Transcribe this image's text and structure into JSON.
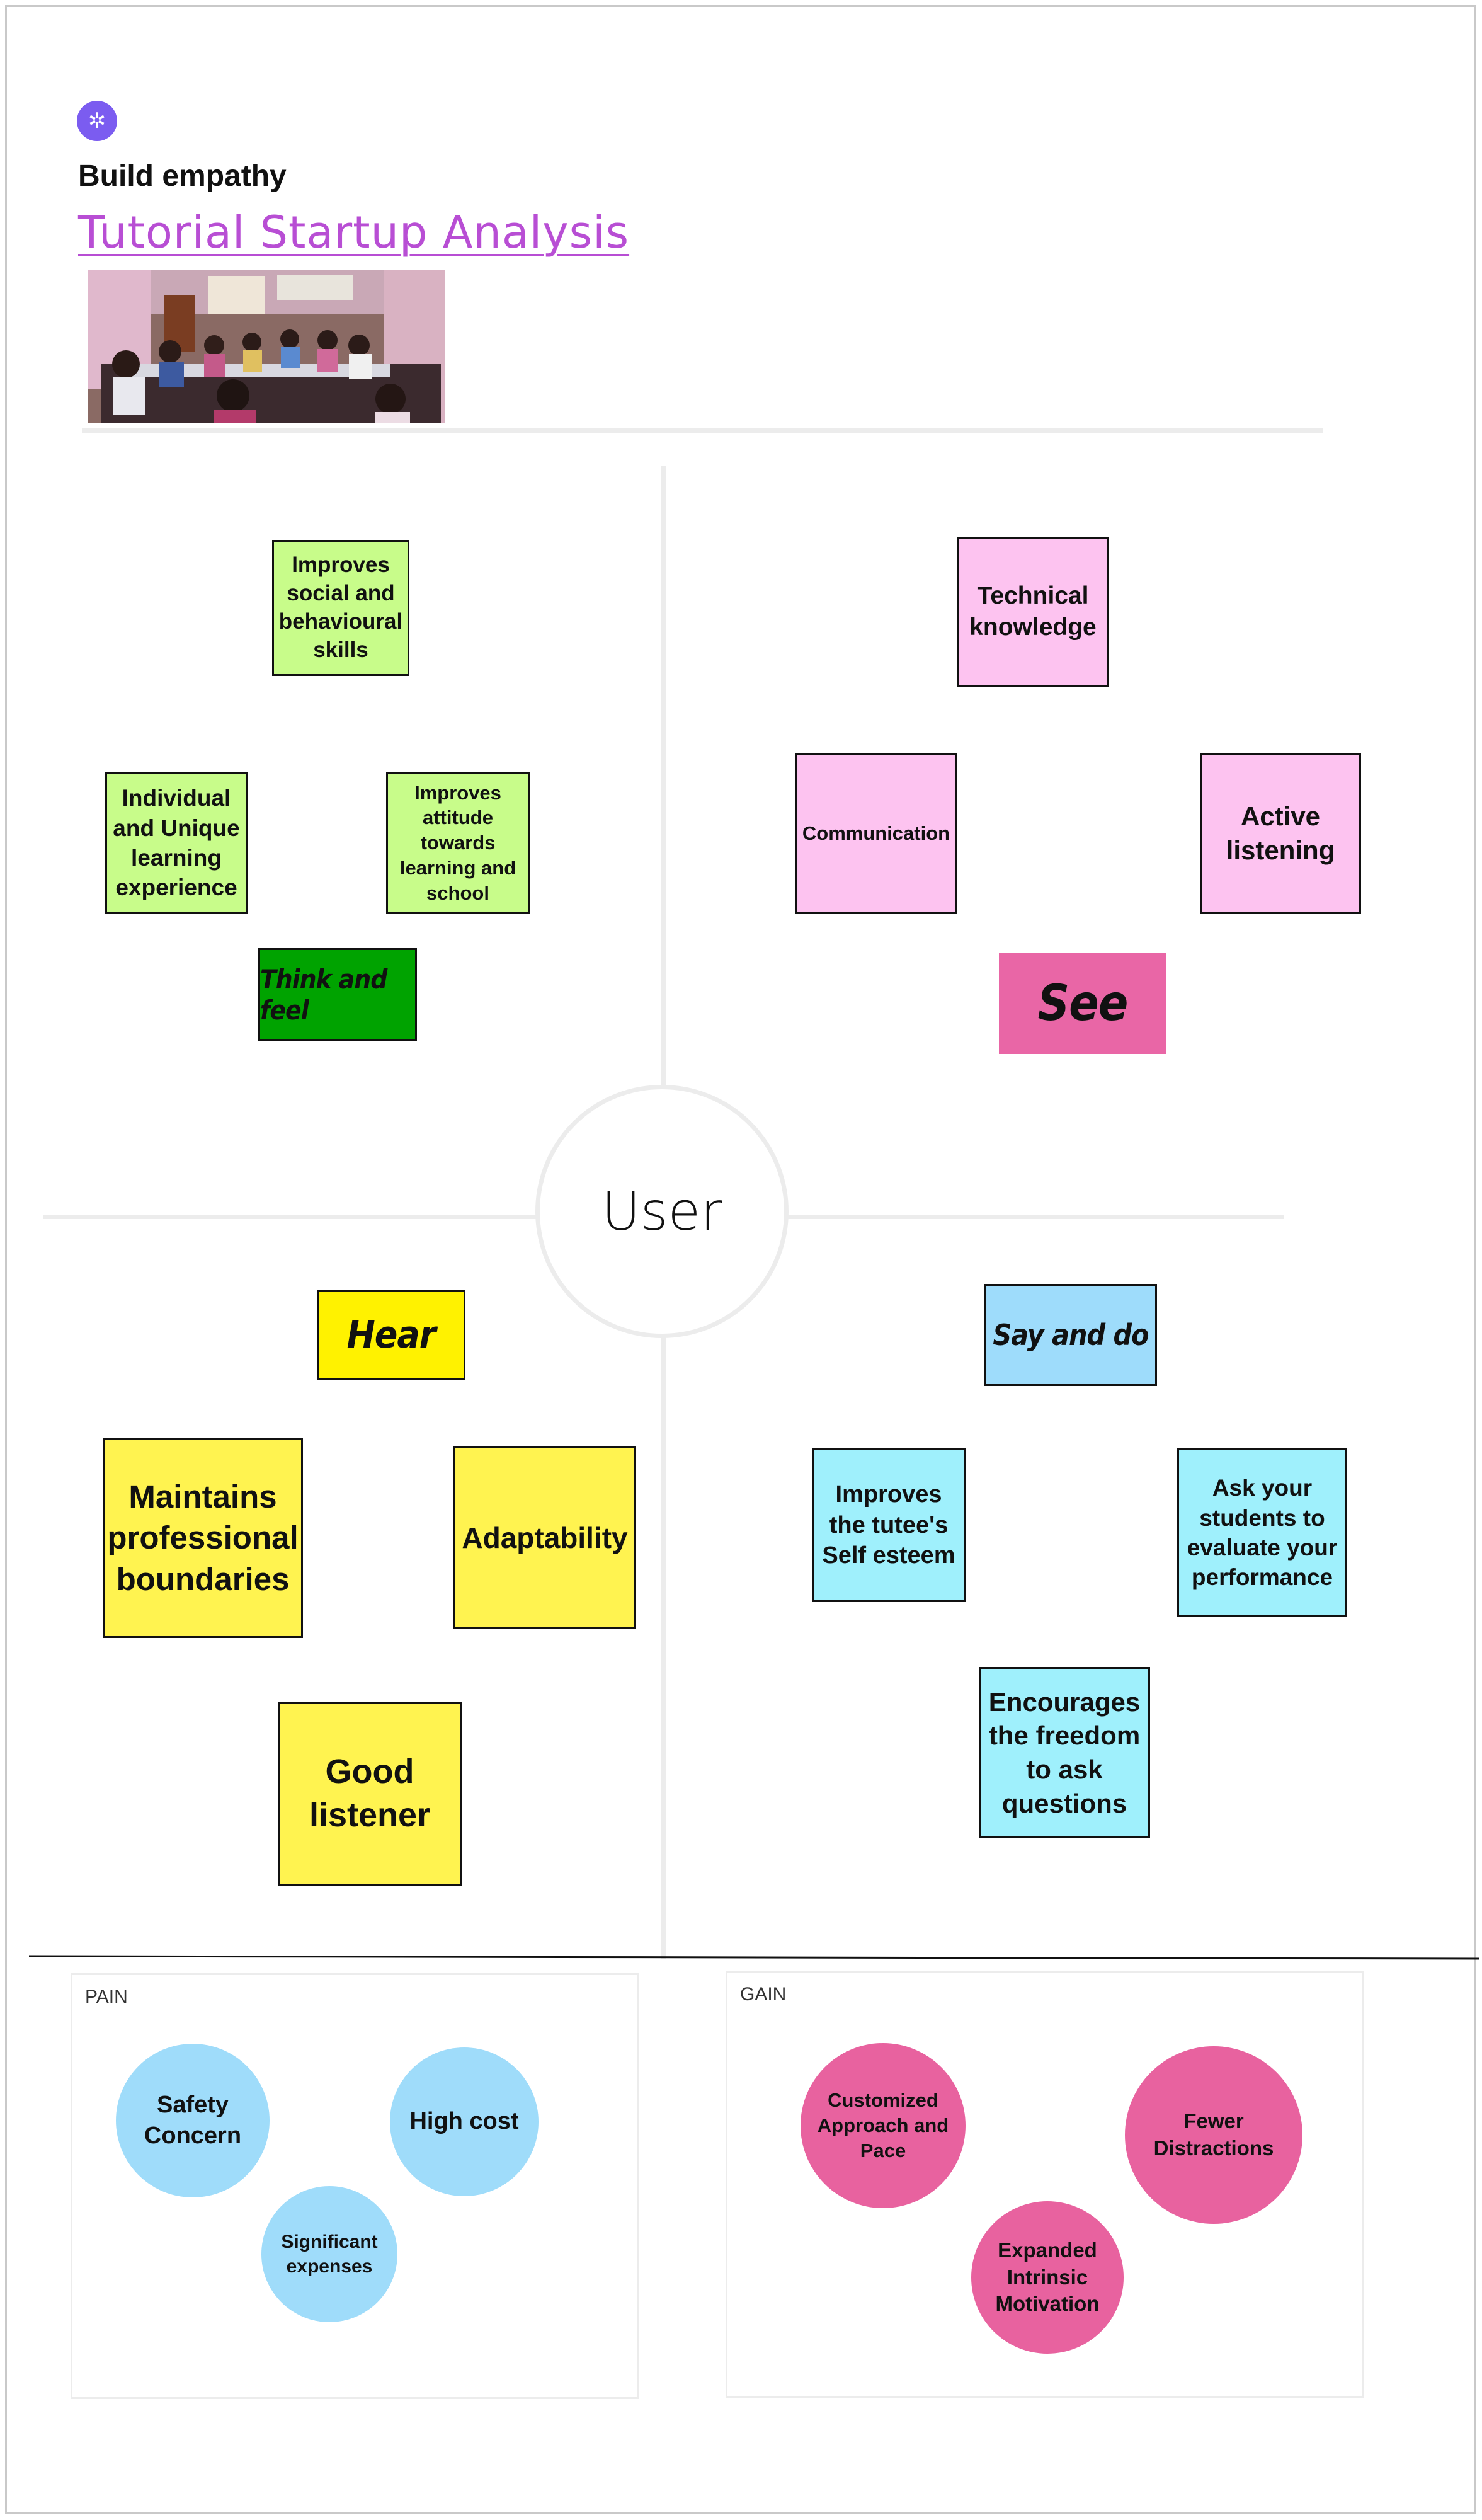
{
  "header": {
    "subtitle": "Build empathy",
    "title": "Tutorial Startup Analysis",
    "logo_icon": "sparkle-icon",
    "photo_alt": "classroom-photo"
  },
  "center": {
    "label": "User"
  },
  "quadrants": {
    "think_and_feel": {
      "heading": "Think and feel",
      "color": "#00a300",
      "items": [
        "Improves social and behavioural skills",
        "Individual and Unique learning experience",
        "Improves attitude towards learning and school"
      ],
      "item_color": "#c8fc8a"
    },
    "see": {
      "heading": "See",
      "color": "#e966a6",
      "items": [
        "Technical knowledge",
        "Communication",
        "Active listening"
      ],
      "item_color": "#fdc3f0"
    },
    "hear": {
      "heading": "Hear",
      "color": "#fff200",
      "items": [
        "Maintains professional boundaries",
        "Adaptability",
        "Good listener"
      ],
      "item_color": "#fff350"
    },
    "say_and_do": {
      "heading": "Say and do",
      "color": "#9edcfb",
      "items": [
        "Improves the tutee's Self esteem",
        "Ask your students to evaluate your performance",
        "Encourages the freedom to ask questions"
      ],
      "item_color": "#9ff0fc"
    }
  },
  "pain": {
    "label": "PAIN",
    "color": "#9fdcfa",
    "items": [
      "Safety Concern",
      "High cost",
      "Significant expenses"
    ]
  },
  "gain": {
    "label": "GAIN",
    "color": "#e8629f",
    "items": [
      "Customized Approach and Pace",
      "Fewer Distractions",
      "Expanded Intrinsic Motivation"
    ]
  }
}
